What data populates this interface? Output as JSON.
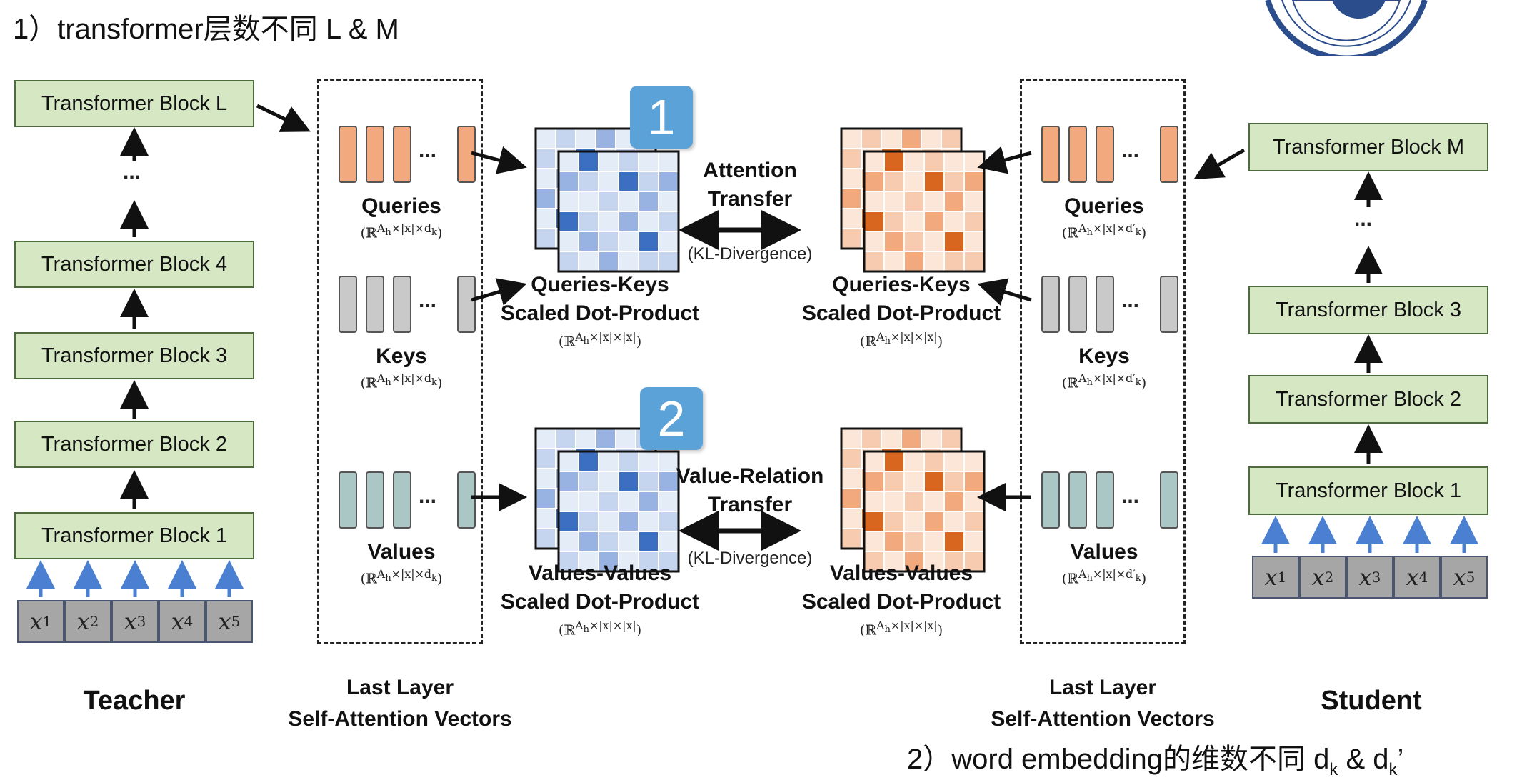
{
  "top_note": "1）transformer层数不同  L & M",
  "bottom_note": "2）word embedding的维数不同    d",
  "bottom_note_sub1": "k",
  "bottom_note_mid": " & d",
  "bottom_note_sub2": "k",
  "bottom_note_end": "’",
  "teacher": {
    "blocks": [
      "Transformer Block L",
      "Transformer Block 4",
      "Transformer Block 3",
      "Transformer Block 2",
      "Transformer Block 1"
    ],
    "ellipsis": "...",
    "label": "Teacher"
  },
  "student": {
    "blocks": [
      "Transformer Block M",
      "Transformer Block 3",
      "Transformer Block 2",
      "Transformer Block 1"
    ],
    "ellipsis": "...",
    "label": "Student"
  },
  "tokens": {
    "var": [
      "x",
      "x",
      "x",
      "x",
      "x"
    ],
    "sub": [
      "1",
      "2",
      "3",
      "4",
      "5"
    ]
  },
  "left_panel": {
    "queries": "Queries",
    "queries_dim": "(ℝ^{A_h×|x|×d_k})",
    "keys": "Keys",
    "keys_dim": "(ℝ^{A_h×|x|×d_k})",
    "values": "Values",
    "values_dim": "(ℝ^{A_h×|x|×d_k})",
    "title1": "Last Layer",
    "title2": "Self-Attention Vectors"
  },
  "right_panel": {
    "queries": "Queries",
    "queries_dim": "(ℝ^{A_h×|x|×d'_k})",
    "keys": "Keys",
    "keys_dim": "(ℝ^{A_h×|x|×d'_k})",
    "values": "Values",
    "values_dim": "(ℝ^{A_h×|x|×d'_k})",
    "title1": "Last Layer",
    "title2": "Self-Attention Vectors"
  },
  "center": {
    "qk_title1": "Queries-Keys",
    "qk_title2": "Scaled Dot-Product",
    "qk_dim": "(ℝ^{A_h×|x|×|x|})",
    "vv_title1": "Values-Values",
    "vv_title2": "Scaled Dot-Product",
    "vv_dim": "(ℝ^{A_h×|x|×|x|})",
    "attn_transfer1": "Attention",
    "attn_transfer2": "Transfer",
    "kl1": "(KL-Divergence)",
    "vr_transfer1": "Value-Relation",
    "vr_transfer2": "Transfer",
    "kl2": "(KL-Divergence)",
    "badge1": "1",
    "badge2": "2"
  },
  "colors": {
    "block_fill": "#d6e7c4",
    "query": "#f2a97e",
    "key": "#c9c9c9",
    "value": "#aac7c6",
    "blue_dark": "#3c6fc2",
    "orange_dark": "#d9661e",
    "badge": "#5aa2d8",
    "arrow_blue": "#4a7fd1"
  }
}
